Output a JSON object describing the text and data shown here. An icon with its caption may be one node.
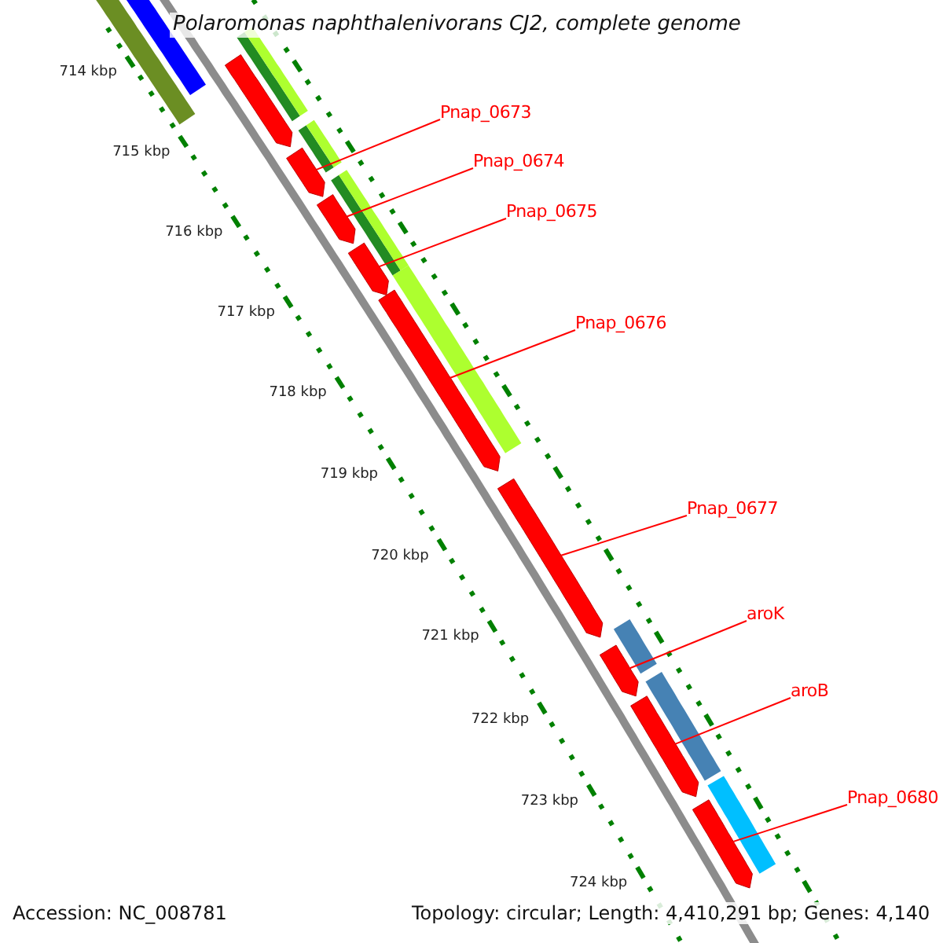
{
  "diagram": {
    "title": "Polaromonas naphthalenivorans CJ2, complete genome",
    "nodes": [
      {
        "text": [],
        "shape": "bar"
      },
      {
        "text": [],
        "shape": "bar"
      },
      {
        "text": [],
        "shape": "bar"
      },
      {
        "text": [],
        "shape": "arrow"
      },
      {
        "text": [],
        "shape": "bar"
      },
      {
        "text": [],
        "shape": "arrow"
      },
      {
        "text": [],
        "shape": "bar"
      },
      {
        "text": [],
        "shape": "arrow"
      },
      {
        "text": [],
        "shape": "arrow"
      },
      {
        "text": [],
        "shape": "bar"
      },
      {
        "text": [],
        "shape": "arrow"
      },
      {
        "text": [],
        "shape": "arrow"
      },
      {
        "text": [],
        "shape": "bar"
      },
      {
        "text": [],
        "shape": "arrow"
      },
      {
        "text": [],
        "shape": "bar"
      },
      {
        "text": [],
        "shape": "arrow"
      },
      {
        "text": [],
        "shape": "bar"
      },
      {
        "text": [],
        "shape": "arrow"
      },
      {
        "text": [
          "Pnap_0673"
        ]
      },
      {
        "text": [
          "Pnap_0674"
        ]
      },
      {
        "text": [
          "Pnap_0675"
        ]
      },
      {
        "text": [
          "Pnap_0676"
        ]
      },
      {
        "text": [
          "Pnap_0677"
        ]
      },
      {
        "text": [
          "aroK"
        ]
      },
      {
        "text": [
          "aroB"
        ]
      },
      {
        "text": [
          "Pnap_0680"
        ]
      }
    ],
    "edges": [
      {
        "from": 18,
        "to": 5,
        "arrow": "none"
      },
      {
        "from": 19,
        "to": 7,
        "arrow": "none"
      },
      {
        "from": 20,
        "to": 8,
        "arrow": "none"
      },
      {
        "from": 21,
        "to": 10,
        "arrow": "none"
      },
      {
        "from": 22,
        "to": 11,
        "arrow": "none"
      },
      {
        "from": 23,
        "to": 13,
        "arrow": "none"
      },
      {
        "from": 24,
        "to": 15,
        "arrow": "none"
      },
      {
        "from": 25,
        "to": 17,
        "arrow": "none"
      }
    ],
    "labels": [
      "714 kbp",
      "715 kbp",
      "716 kbp",
      "717 kbp",
      "718 kbp",
      "719 kbp",
      "720 kbp",
      "721 kbp",
      "722 kbp",
      "723 kbp",
      "724 kbp",
      "Accession: NC_008781",
      "Topology: circular; Length: 4,410,291 bp; Genes: 4,140"
    ]
  }
}
